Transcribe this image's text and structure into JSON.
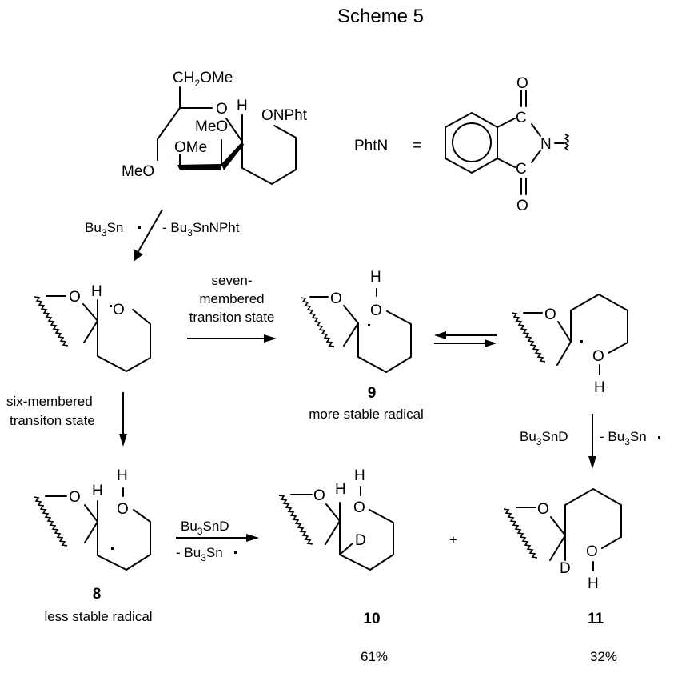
{
  "title": "Scheme 5",
  "phtn_definition": {
    "label": "PhtN",
    "equals": "=",
    "atoms": {
      "carbonyl_o_top": "O",
      "carbon_top": "C",
      "nitrogen": "N",
      "carbon_bottom": "C",
      "carbonyl_o_bottom": "O"
    }
  },
  "starting_material": {
    "ch2ome": {
      "pre": "CH",
      "sub": "2",
      "post": "OMe"
    },
    "ring_o": "O",
    "h": "H",
    "onpht": "ONPht",
    "meo_1": "MeO",
    "ome": "OMe",
    "meo_2": "MeO"
  },
  "step1": {
    "reagent": {
      "pre": "Bu",
      "sub": "3",
      "post": "Sn"
    },
    "byproduct": {
      "pre": "- Bu",
      "sub": "3",
      "post": "SnNPht"
    }
  },
  "alkoxy_radical": {
    "o_ring": "O",
    "h": "H",
    "o_radical": "O"
  },
  "seven_membered_arrow": {
    "lines": [
      "seven-",
      "membered",
      "transiton state"
    ]
  },
  "compound_9": {
    "number": "9",
    "caption": "more stable radical",
    "atoms": {
      "o_ring": "O",
      "h": "H",
      "o_h": "O"
    }
  },
  "compound_9_conformer": {
    "atoms": {
      "o_ring": "O",
      "o_h": "O",
      "h": "H"
    }
  },
  "six_membered_arrow": {
    "lines": [
      "six-membered",
      "transiton state"
    ]
  },
  "compound_8": {
    "number": "8",
    "caption": "less stable radical",
    "atoms": {
      "o_ring": "O",
      "h_ring": "H",
      "h_oh": "H",
      "o_h": "O"
    }
  },
  "step_8_to_10": {
    "reagent": {
      "pre": "Bu",
      "sub": "3",
      "post": "SnD"
    },
    "byproduct": {
      "pre": "- Bu",
      "sub": "3",
      "post": "Sn"
    }
  },
  "step_9_to_11": {
    "reagent": {
      "pre": "Bu",
      "sub": "3",
      "post": "SnD"
    },
    "byproduct": {
      "pre": "- Bu",
      "sub": "3",
      "post": "Sn"
    }
  },
  "compound_10": {
    "number": "10",
    "yield": "61%",
    "atoms": {
      "o_ring": "O",
      "h_ring": "H",
      "h_oh": "H",
      "o_h": "O",
      "d": "D"
    }
  },
  "plus": "+",
  "compound_11": {
    "number": "11",
    "yield": "32%",
    "atoms": {
      "o_ring": "O",
      "d": "D",
      "o_h": "O",
      "h": "H"
    }
  }
}
